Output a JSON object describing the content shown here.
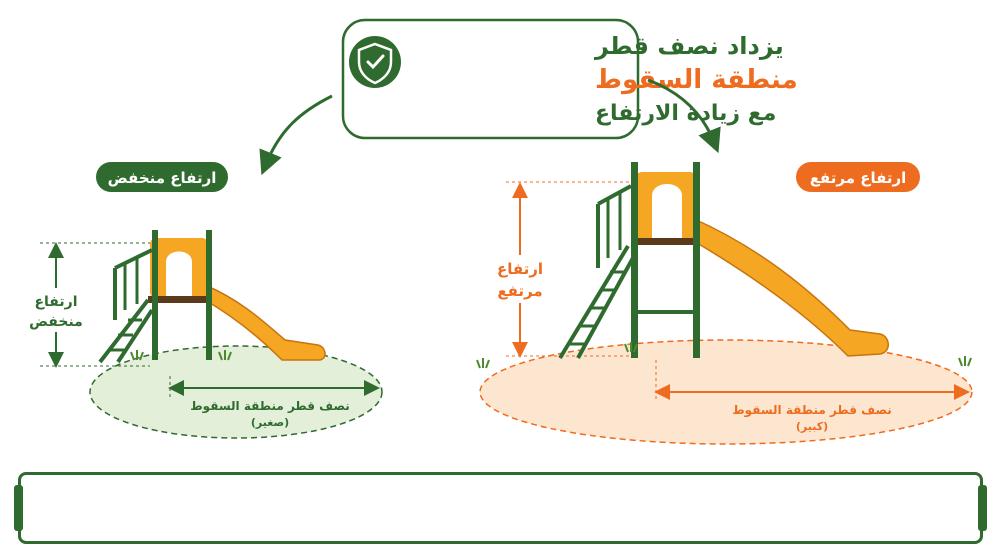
{
  "colors": {
    "dark_green": "#2f6b2f",
    "orange": "#ee6c1f",
    "slide_orange": "#f5a623",
    "light_green_zone": "#e3efd9",
    "light_orange_zone": "#fde6cf"
  },
  "banner": {
    "line1": "يزداد نصف قطر",
    "line2": "منطقة السقوط",
    "line3": "مع زيادة الارتفاع",
    "icon": "shield-check-icon"
  },
  "low": {
    "tag": "ارتفاع منخفض",
    "height_label_line1": "ارتفاع",
    "height_label_line2": "منخفض",
    "radius_label": "نصف قطر منطقة السقوط",
    "radius_note": "(صغير)"
  },
  "high": {
    "tag": "ارتفاع مرتفع",
    "height_label_line1": "ارتفاع",
    "height_label_line2": "مرتفع",
    "radius_label": "نصف قطر منطقة السقوط",
    "radius_note": "(كبير)"
  }
}
